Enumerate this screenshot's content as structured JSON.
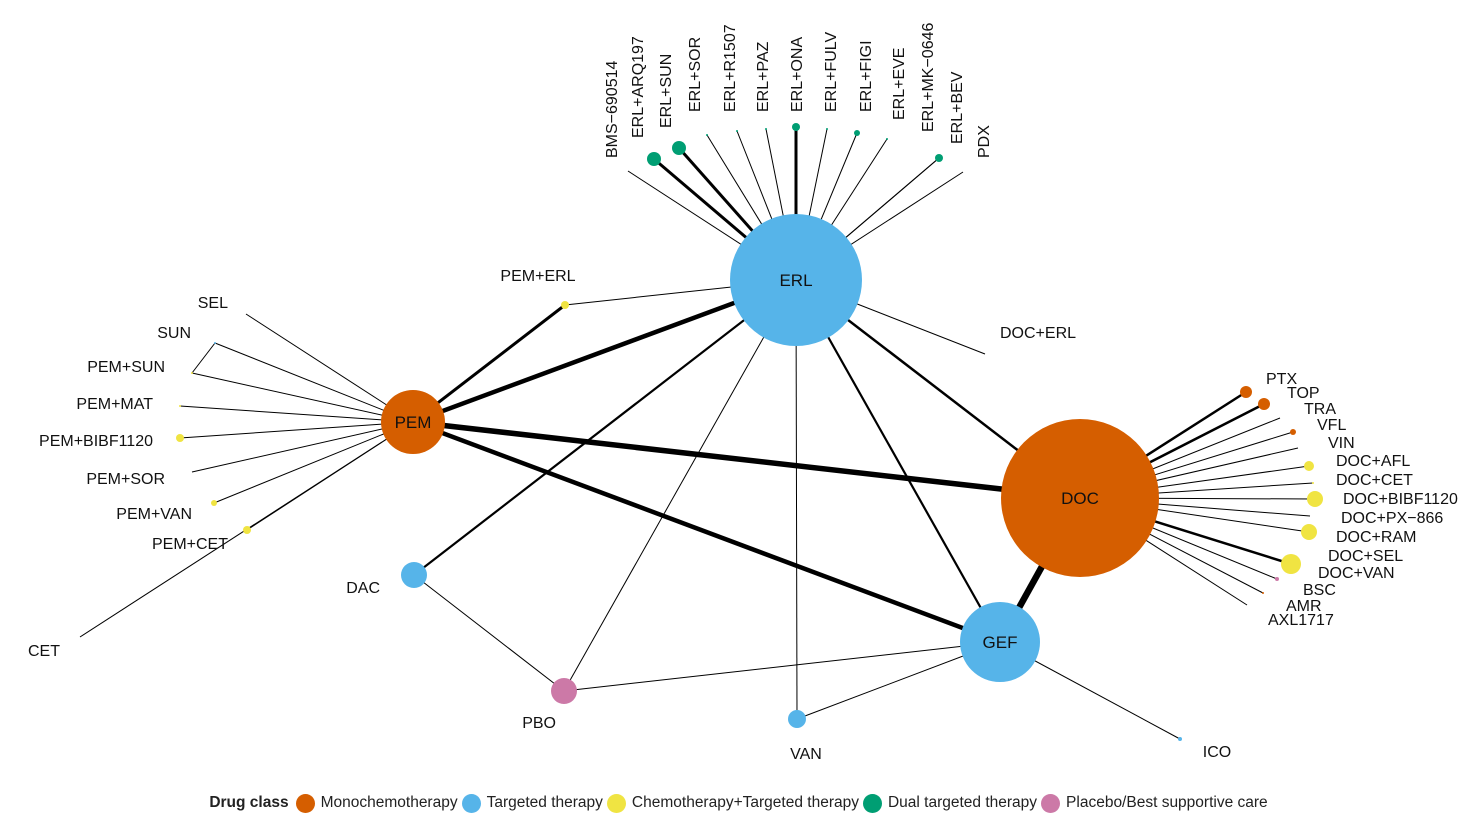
{
  "legend": {
    "title": "Drug class",
    "classes": [
      {
        "key": "mono",
        "label": "Monochemotherapy",
        "color": "#D55E00"
      },
      {
        "key": "targeted",
        "label": "Targeted therapy",
        "color": "#56B4E9"
      },
      {
        "key": "chemo_targeted",
        "label": "Chemotherapy+Targeted therapy",
        "color": "#F0E442"
      },
      {
        "key": "dual",
        "label": "Dual targeted therapy",
        "color": "#009E73"
      },
      {
        "key": "placebo",
        "label": "Placebo/Best supportive care",
        "color": "#CC79A7"
      }
    ]
  },
  "nodes": [
    {
      "id": "ERL",
      "label": "ERL",
      "class": "targeted"
    },
    {
      "id": "DOC",
      "label": "DOC",
      "class": "mono"
    },
    {
      "id": "PEM",
      "label": "PEM",
      "class": "mono"
    },
    {
      "id": "GEF",
      "label": "GEF",
      "class": "targeted"
    },
    {
      "id": "DAC",
      "label": "DAC",
      "class": "targeted"
    },
    {
      "id": "PBO",
      "label": "PBO",
      "class": "placebo"
    },
    {
      "id": "VAN",
      "label": "VAN",
      "class": "targeted"
    },
    {
      "id": "ICO",
      "label": "ICO",
      "class": "targeted"
    },
    {
      "id": "CET",
      "label": "CET",
      "class": "targeted"
    },
    {
      "id": "SEL",
      "label": "SEL",
      "class": "targeted"
    },
    {
      "id": "SUN",
      "label": "SUN",
      "class": "targeted"
    },
    {
      "id": "PEM+ERL",
      "label": "PEM+ERL",
      "class": "chemo_targeted"
    },
    {
      "id": "PEM+SUN",
      "label": "PEM+SUN",
      "class": "chemo_targeted"
    },
    {
      "id": "PEM+MAT",
      "label": "PEM+MAT",
      "class": "chemo_targeted"
    },
    {
      "id": "PEM+BIBF1120",
      "label": "PEM+BIBF1120",
      "class": "chemo_targeted"
    },
    {
      "id": "PEM+SOR",
      "label": "PEM+SOR",
      "class": "chemo_targeted"
    },
    {
      "id": "PEM+VAN",
      "label": "PEM+VAN",
      "class": "chemo_targeted"
    },
    {
      "id": "PEM+CET",
      "label": "PEM+CET",
      "class": "chemo_targeted"
    },
    {
      "id": "DOC+ERL",
      "label": "DOC+ERL",
      "class": "chemo_targeted"
    },
    {
      "id": "BMS-690514",
      "label": "BMS−690514",
      "class": "targeted"
    },
    {
      "id": "ERL+ARQ197",
      "label": "ERL+ARQ197",
      "class": "dual"
    },
    {
      "id": "ERL+SUN",
      "label": "ERL+SUN",
      "class": "dual"
    },
    {
      "id": "ERL+SOR",
      "label": "ERL+SOR",
      "class": "dual"
    },
    {
      "id": "ERL+R1507",
      "label": "ERL+R1507",
      "class": "dual"
    },
    {
      "id": "ERL+PAZ",
      "label": "ERL+PAZ",
      "class": "dual"
    },
    {
      "id": "ERL+ONA",
      "label": "ERL+ONA",
      "class": "dual"
    },
    {
      "id": "ERL+FULV",
      "label": "ERL+FULV",
      "class": "dual"
    },
    {
      "id": "ERL+FIGI",
      "label": "ERL+FIGI",
      "class": "dual"
    },
    {
      "id": "ERL+EVE",
      "label": "ERL+EVE",
      "class": "dual"
    },
    {
      "id": "ERL+MK-0646",
      "label": "ERL+MK−0646",
      "class": "dual"
    },
    {
      "id": "ERL+BEV",
      "label": "ERL+BEV",
      "class": "dual"
    },
    {
      "id": "PDX",
      "label": "PDX",
      "class": "mono"
    },
    {
      "id": "PTX",
      "label": "PTX",
      "class": "mono"
    },
    {
      "id": "TOP",
      "label": "TOP",
      "class": "mono"
    },
    {
      "id": "TRA",
      "label": "TRA",
      "class": "targeted"
    },
    {
      "id": "VFL",
      "label": "VFL",
      "class": "mono"
    },
    {
      "id": "VIN",
      "label": "VIN",
      "class": "mono"
    },
    {
      "id": "DOC+AFL",
      "label": "DOC+AFL",
      "class": "chemo_targeted"
    },
    {
      "id": "DOC+CET",
      "label": "DOC+CET",
      "class": "chemo_targeted"
    },
    {
      "id": "DOC+BIBF1120",
      "label": "DOC+BIBF1120",
      "class": "chemo_targeted"
    },
    {
      "id": "DOC+PX-866",
      "label": "DOC+PX−866",
      "class": "chemo_targeted"
    },
    {
      "id": "DOC+RAM",
      "label": "DOC+RAM",
      "class": "chemo_targeted"
    },
    {
      "id": "DOC+SEL",
      "label": "DOC+SEL",
      "class": "chemo_targeted"
    },
    {
      "id": "DOC+VAN",
      "label": "DOC+VAN",
      "class": "chemo_targeted"
    },
    {
      "id": "BSC",
      "label": "BSC",
      "class": "placebo"
    },
    {
      "id": "AMR",
      "label": "AMR",
      "class": "mono"
    },
    {
      "id": "AXL1717",
      "label": "AXL1717",
      "class": "targeted"
    }
  ],
  "edges": [
    [
      "PEM",
      "ERL"
    ],
    [
      "PEM",
      "DOC"
    ],
    [
      "PEM",
      "GEF"
    ],
    [
      "GEF",
      "DOC"
    ],
    [
      "ERL",
      "DOC"
    ],
    [
      "ERL",
      "GEF"
    ],
    [
      "ERL",
      "DAC"
    ],
    [
      "ERL",
      "PBO"
    ],
    [
      "ERL",
      "VAN"
    ],
    [
      "ERL",
      "PEM+ERL"
    ],
    [
      "ERL",
      "DOC+ERL"
    ],
    [
      "ERL",
      "BMS-690514"
    ],
    [
      "ERL",
      "ERL+ARQ197"
    ],
    [
      "ERL",
      "ERL+SUN"
    ],
    [
      "ERL",
      "ERL+SOR"
    ],
    [
      "ERL",
      "ERL+R1507"
    ],
    [
      "ERL",
      "ERL+PAZ"
    ],
    [
      "ERL",
      "ERL+ONA"
    ],
    [
      "ERL",
      "ERL+FULV"
    ],
    [
      "ERL",
      "ERL+FIGI"
    ],
    [
      "ERL",
      "ERL+EVE"
    ],
    [
      "ERL",
      "ERL+MK-0646"
    ],
    [
      "ERL",
      "ERL+BEV"
    ],
    [
      "ERL",
      "PDX"
    ],
    [
      "PEM",
      "PEM+ERL"
    ],
    [
      "PEM",
      "SEL"
    ],
    [
      "PEM",
      "SUN"
    ],
    [
      "PEM",
      "PEM+SUN"
    ],
    [
      "PEM",
      "PEM+MAT"
    ],
    [
      "PEM",
      "PEM+BIBF1120"
    ],
    [
      "PEM",
      "PEM+SOR"
    ],
    [
      "PEM",
      "PEM+VAN"
    ],
    [
      "PEM",
      "PEM+CET"
    ],
    [
      "PEM",
      "CET"
    ],
    [
      "SUN",
      "PEM+SUN"
    ],
    [
      "DAC",
      "PBO"
    ],
    [
      "PBO",
      "GEF"
    ],
    [
      "GEF",
      "VAN"
    ],
    [
      "GEF",
      "ICO"
    ],
    [
      "DOC",
      "PTX"
    ],
    [
      "DOC",
      "TOP"
    ],
    [
      "DOC",
      "TRA"
    ],
    [
      "DOC",
      "VFL"
    ],
    [
      "DOC",
      "VIN"
    ],
    [
      "DOC",
      "DOC+AFL"
    ],
    [
      "DOC",
      "DOC+CET"
    ],
    [
      "DOC",
      "DOC+BIBF1120"
    ],
    [
      "DOC",
      "DOC+PX-866"
    ],
    [
      "DOC",
      "DOC+RAM"
    ],
    [
      "DOC",
      "DOC+SEL"
    ],
    [
      "DOC",
      "DOC+VAN"
    ],
    [
      "DOC",
      "BSC"
    ],
    [
      "DOC",
      "AMR"
    ],
    [
      "DOC",
      "AXL1717"
    ]
  ]
}
